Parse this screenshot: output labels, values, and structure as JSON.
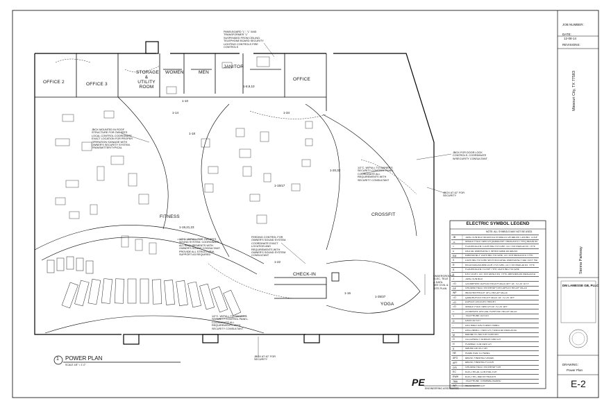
{
  "title_block": {
    "job_number": "JOB NUMBER:",
    "date_label": "DATE:",
    "date_value": "12-08-14",
    "revisions_label": "REVISIONS:",
    "project_location": "Missouri City, TX 77583",
    "project_street": "Sienna Parkway",
    "firm_name": "DM LAMESSE GB, PLLC",
    "drawing_label": "DRAWING:",
    "drawing_name": "Power Plan",
    "sheet_number": "E-2",
    "engineer_logo": "PE",
    "engineer_text": "ENGINEERING ASSOCIATES"
  },
  "plan": {
    "number": "1",
    "title": "POWER PLAN",
    "scale": "SCALE 1/8\" = 1'-0\""
  },
  "rooms": {
    "office2": "OFFICE 2",
    "office3": "OFFICE 3",
    "storage": "STORAGE & UTILITY ROOM",
    "women": "WOMEN",
    "men": "MEN",
    "janitor": "JANITOR",
    "office": "OFFICE",
    "fitness": "FITNESS",
    "crossfit": "CROSSFIT",
    "yoga": "YOGA",
    "checkin": "CHECK-IN"
  },
  "notes": {
    "panel_note": "PANELBOARD \"L\", \"L\" AND TRANSFORMER \"L\" SUSPENDED FROM CEILING. TELEPHONE BOARD SECURITY LIGHTING CONTROLS FIRE CONTROLS",
    "tv_note": "JBOX MOUNTED IN ROOF STRUCTURE FOR OWNER'S LOCAL CONTROL COORDINATE EXACT LOCATION FOR PROPER OPERATION SIGNAGE WITH OWNER'S SECURITY SYSTEM. TRANSMITTER/TYPICAL",
    "ceiling_note": "JBOX FOR DOOR LOCK CONTROLS. COORDINATE W/SECURITY CONSULTANT",
    "security_note": "1/2\"C. W/PULL TO OWNER'S SECURITY CONTROL PANEL. COORDINATE ALL REQUIREMENTS WITH SECURITY CONSULTANT",
    "jbox_security": "JBOX AT 42\" FOR SECURITY",
    "jbox_security2": "JBOX AT 42\" FOR SECURITY",
    "pull_note": "1/2\"C. W/PULL FOR OWNER'S SOUND SYSTEM. COORDINATE ALL REQUIREMENTS WITH OWNER'S SOUND CONSULTANT. PROVIDE ALL STRUCTURAL SUPPORT AS REQUIRED",
    "feeding_note": "FEEDING CONTROL FOR OWNER'S SOUND SYSTEM. COORDINATE EXACT LOCATION AND REQUIREMENTS WITH OWNER'S SOUND SYSTEM CONSULTANT",
    "security_note2": "1/2\"C. W/PULL TO OWNER'S SECURITY CONTROL PANEL. COORDINATE ALL REQUIREMENTS WITH SECURITY CONSULTANT",
    "underground_note": "UNDERGROUND ELEC, TELE & DATA. SEE CIVIL & SITE PLAN"
  },
  "legend": {
    "title": "ELECTRIC SYMBOL LEGEND",
    "subtitle": "NOTE: ALL SYMBOLS MAY NOT BE USED.",
    "rows": [
      {
        "sym": "JB",
        "desc": "JUNCTION BOX MOUNTED IN WALLS OR ABOVE CEILING. COORDINATE EXACT LOCATION"
      },
      {
        "sym": "-o-",
        "desc": "SINGLE POLE SWITCH (SUBSCRIPT INDICATES TYPE) MOUNTED 46\" AFF"
      },
      {
        "sym": "=",
        "desc": "FLUORESCENT LIGHTING FIXTURE. LETTER INDICATES TYPE"
      },
      {
        "sym": "o",
        "desc": "DIGITAL EMERGENCY, WHEN SAME AS ABOVE"
      },
      {
        "sym": "EM",
        "desc": "EMERGENCY LIGHTING FIXTURE, LETTER INDICATES TYPE"
      },
      {
        "sym": "X",
        "desc": "LIGHTING FIXTURE WITH INTEGRAL EMERGENCY BATTERY PACK"
      },
      {
        "sym": "R",
        "desc": "RECESSED/DOWN LIGHT FIXTURE, LETTER INDICATES TYPE"
      },
      {
        "sym": "S",
        "desc": "FLUORESCENT STRIP TYPE LIGHTING FIXTURE"
      },
      {
        "sym": "E",
        "desc": "EXIT LIGHT. LETTER DENOTES TYPE. ARROWS AS INDICATED"
      },
      {
        "sym": "J",
        "desc": "JUNCTION BOX"
      },
      {
        "sym": "=O",
        "desc": "120 AMPERE DUPLEX RECEPTACLE AFF 18\" TO 20\" A.F.F."
      },
      {
        "sym": "GF",
        "desc": "GROUND FAULT INTERRUPTER DUPLEX RECEPTACLE"
      },
      {
        "sym": "WP",
        "desc": "WEATHERPROOF GFCI RECEPTACLE"
      },
      {
        "sym": "=O",
        "desc": "QUADRUPLEX RECEPTACLE 18\" TO 20\" AFF"
      },
      {
        "sym": "=O",
        "desc": "DUPLEX ON LIGHT HEIGHT"
      },
      {
        "sym": "=O",
        "desc": "SINGLE POLE SWITCH 18\" TO 20\" AFF"
      },
      {
        "sym": "=",
        "desc": "20 AMPERE SPECIAL PURPOSE RECEPTACLE"
      },
      {
        "sym": "T",
        "desc": "TELEPHONE OUTLET"
      },
      {
        "sym": "D",
        "desc": "DATA OUTLET"
      },
      {
        "sym": "-",
        "desc": "DISTRIBUTION POWER PANEL"
      },
      {
        "sym": "=",
        "desc": "DISCONNECT SWITCH, FUSED AS INDICATED"
      },
      {
        "sym": "M",
        "desc": "MAGNETIC MOTOR STARTER"
      },
      {
        "sym": "O",
        "desc": "OCCUPANCY SENSOR SWITCH"
      },
      {
        "sym": "H",
        "desc": "PUSHBUTTON SWITCH"
      },
      {
        "sym": "S",
        "desc": "SMOKE DETECTOR"
      },
      {
        "sym": "HE",
        "desc": "HOME RUN TO PANEL"
      },
      {
        "sym": "AFG",
        "desc": "ABOVE FINISHED GRADE"
      },
      {
        "sym": "AFF",
        "desc": "ABOVE FINISHED FLOOR"
      },
      {
        "sym": "GFI",
        "desc": "GROUND FAULT INTERRUPTER"
      },
      {
        "sym": "EC",
        "desc": "ELECTRICAL CONTRACTOR"
      },
      {
        "sym": "EWH",
        "desc": "ELECTRIC WATER HEATER"
      },
      {
        "sym": "TBB",
        "desc": "TELEPHONE TERMINAL BOARD"
      },
      {
        "sym": "WP",
        "desc": "WEATHERPROOF"
      }
    ]
  },
  "tags": {
    "t1": "1-10",
    "t2": "1-14",
    "t3": "1-18",
    "t4": "1-19,21,23",
    "t5": "1-15/17",
    "t6": "1-20,32",
    "t7": "1-16",
    "t8": "1-8,9,10",
    "t9": "1-34",
    "t10": "1-35/37",
    "t11": "1-22"
  }
}
